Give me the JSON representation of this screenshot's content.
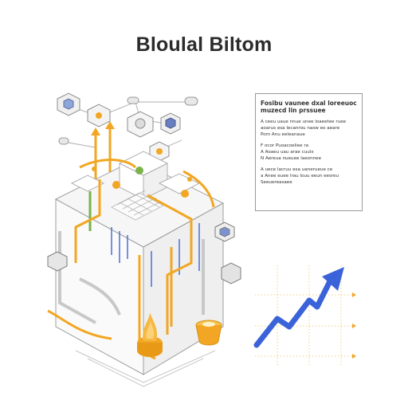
{
  "title": "Bloulal Biltom",
  "info_box": {
    "heading_lines": [
      "Fosibu vaunee dxal loreeuoc",
      "muzecd lin prssuee"
    ],
    "paragraphs": [
      [
        "A ceeu uaue nnue unee loaeetee ruee",
        "aoarus esa lecanrou nasw eo aeare",
        "Pom Anu eeleanaue"
      ],
      [
        "F ocor Puoacoeliee ra",
        "A Aoaeu uau arae cuulx",
        "N Aereua nueuee laeonnee"
      ],
      [
        "A uece lacruu esa uanerueue ce",
        "a Anee euee lrau louu eeun eesreu",
        "Seeuereasaee"
      ]
    ]
  },
  "colors": {
    "accent_orange": "#f2a623",
    "accent_blue": "#3b63d9",
    "line_gray": "#c8c8c8",
    "cube_fill": "#f4f4f4"
  },
  "icons": [
    "cube-node-icon",
    "gear-node-icon",
    "flame-icon",
    "trend-arrow-icon"
  ]
}
